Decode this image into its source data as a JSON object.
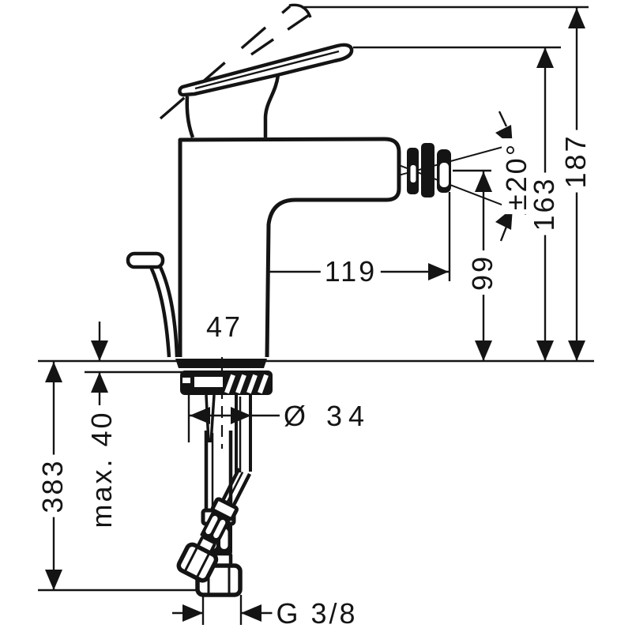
{
  "subject": "single-lever-mixer-tap-dimensional-drawing",
  "colors": {
    "background": "#ffffff",
    "line": "#141414"
  },
  "labels": {
    "total_height": "187",
    "handle_height": "163",
    "spout_height": "99",
    "spout_swivel_angle": "±20°",
    "spout_reach": "119",
    "body_width": "47",
    "hole_diameter": "Ø 34",
    "max_mounting_thickness": "max. 40",
    "hose_length": "383",
    "connection_thread": "G 3/8"
  }
}
